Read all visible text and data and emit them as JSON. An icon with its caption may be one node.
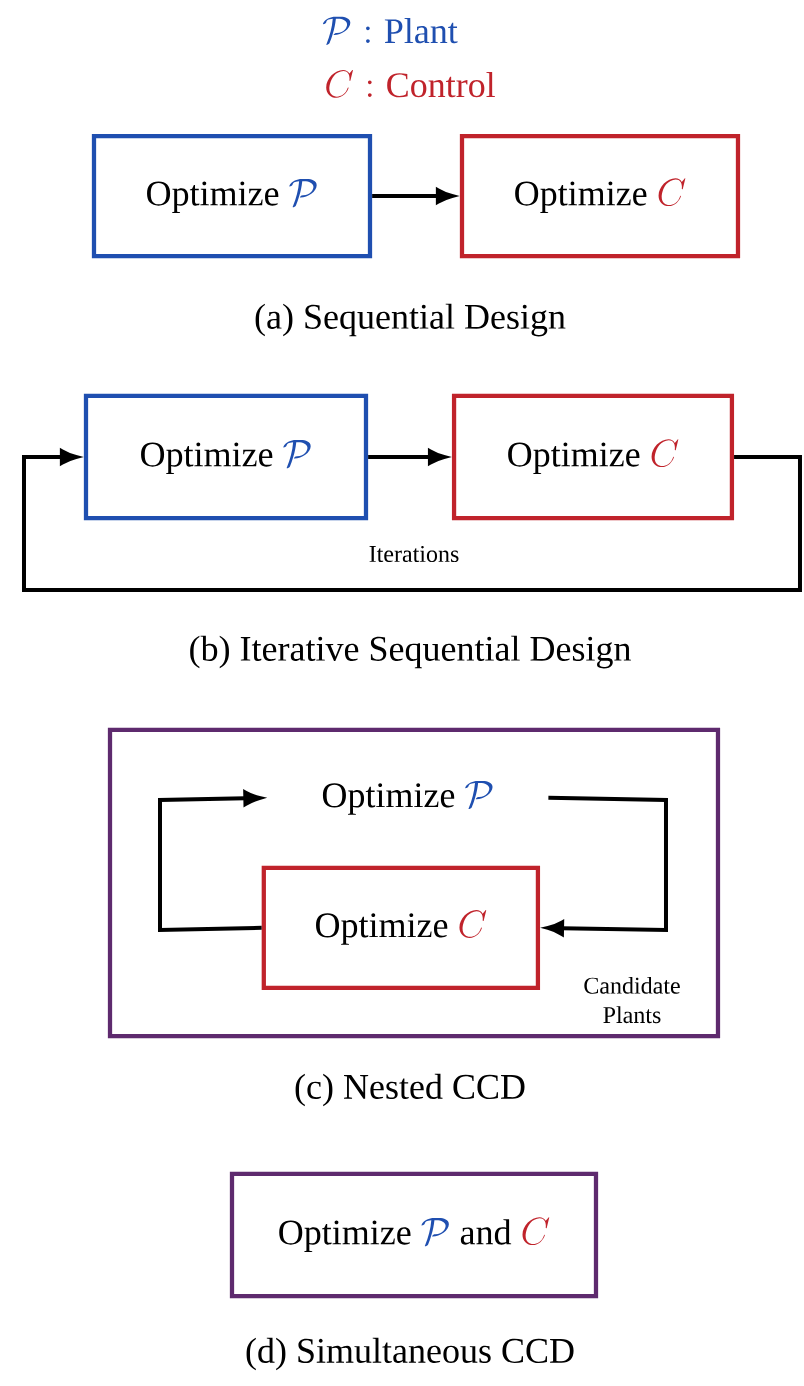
{
  "diagram": {
    "nodes": [
      {
        "text": [
          "Optimize",
          "\\mathcal{P}"
        ]
      },
      {
        "text": [
          "Optimize",
          "C"
        ]
      },
      {
        "text": [
          "Optimize",
          "\\mathcal{P}"
        ]
      },
      {
        "text": [
          "Optimize",
          "C"
        ]
      },
      {
        "text": [],
        "shape": "box"
      },
      {
        "text": [
          "Optimize",
          "\\mathcal{P}"
        ],
        "in": 4
      },
      {
        "text": [
          "Optimize",
          "C"
        ],
        "in": 4
      },
      {
        "text": [
          "Optimize",
          "\\mathcal{P}",
          "and",
          "C"
        ]
      }
    ],
    "edges": [
      {
        "from": 0,
        "to": 1,
        "arrow": "to"
      },
      {
        "from": 2,
        "to": 3,
        "arrow": "to"
      },
      {
        "from": 3,
        "to": 2,
        "arrow": "to",
        "label": "Iterations"
      },
      {
        "from": 6,
        "to": 5,
        "arrow": "to"
      },
      {
        "from": 5,
        "to": 6,
        "arrow": "to",
        "label": "Candidate Plants"
      }
    ],
    "labels": [
      "\\mathcal{P}: \\mathrm{Plant}",
      "C: \\mathrm{Control}",
      "(a) Sequential Design",
      "(b) Iterative Sequential Design",
      "(c) Nested CCD",
      "(d) Simultaneous CCD"
    ]
  }
}
